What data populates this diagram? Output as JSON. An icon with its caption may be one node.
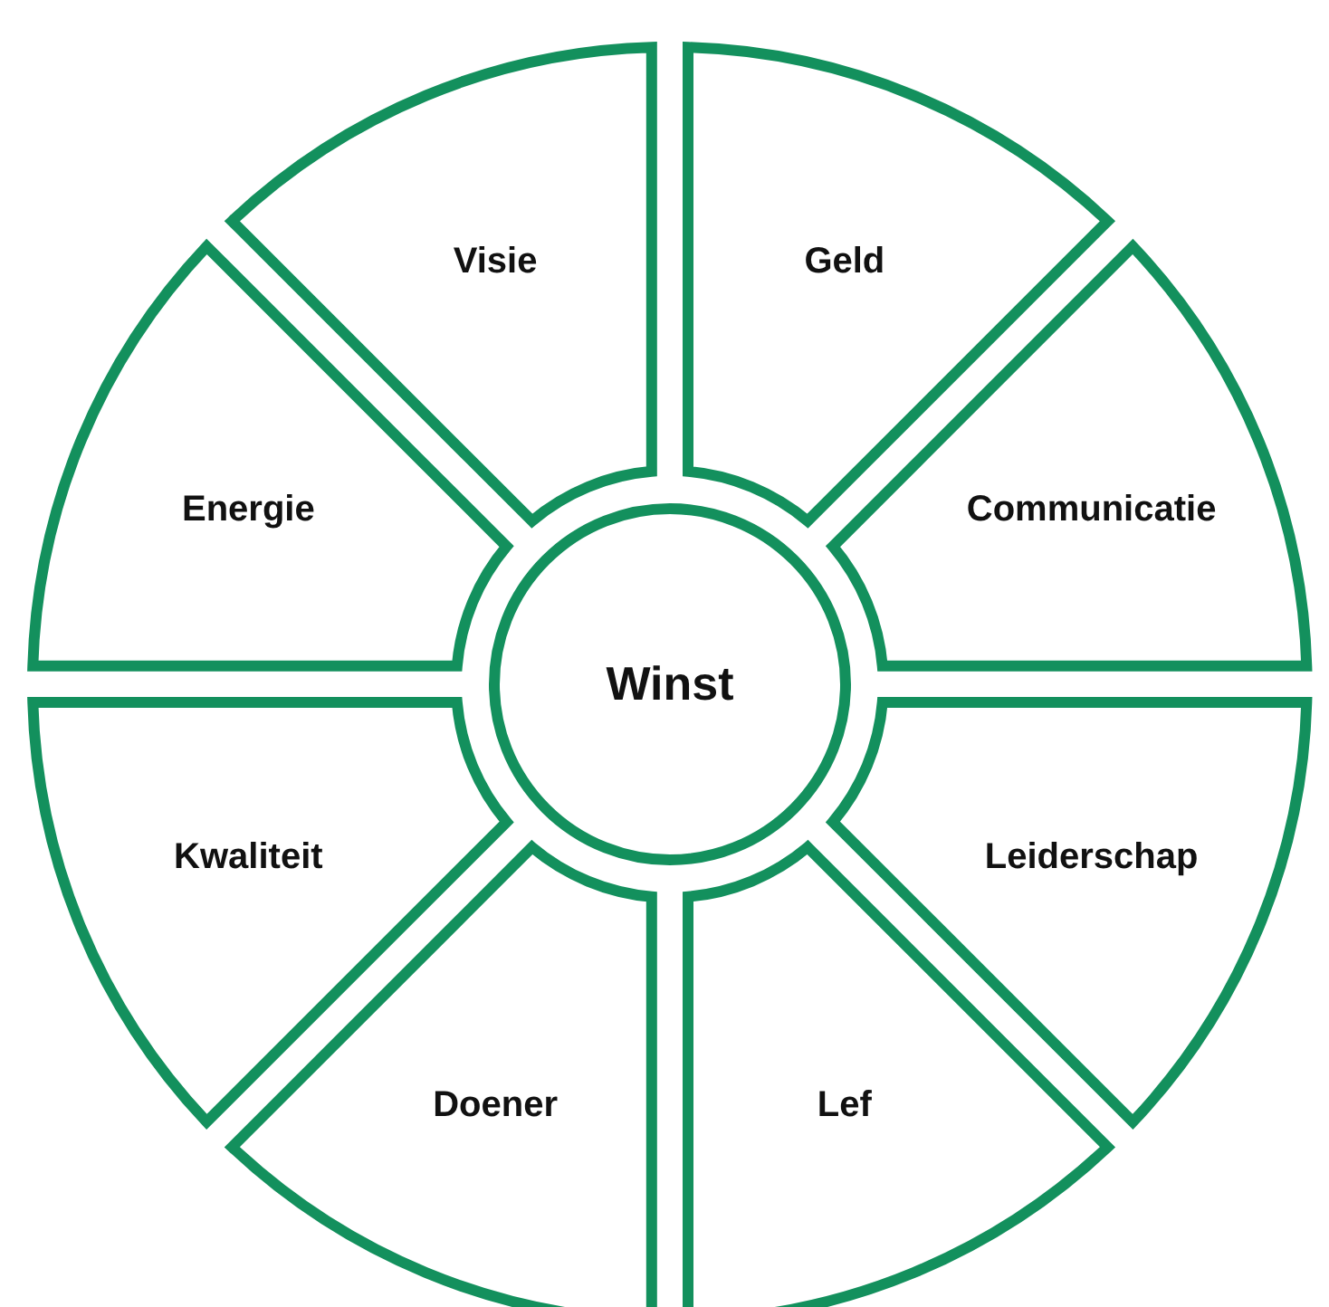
{
  "diagram": {
    "nodes": [
      {
        "text": [
          "Winst"
        ]
      },
      {
        "text": [
          "Geld"
        ]
      },
      {
        "text": [
          "Communicatie"
        ]
      },
      {
        "text": [
          "Leiderschap"
        ]
      },
      {
        "text": [
          "Lef"
        ]
      },
      {
        "text": [
          "Doener"
        ]
      },
      {
        "text": [
          "Kwaliteit"
        ]
      },
      {
        "text": [
          "Energie"
        ]
      },
      {
        "text": [
          "Visie"
        ]
      }
    ]
  }
}
